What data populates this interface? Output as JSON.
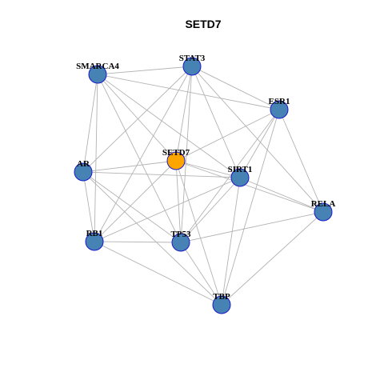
{
  "title": "SETD7",
  "colors": {
    "hub": "#FFA500",
    "node": "#4682B4",
    "node_border": "#1A1ACC",
    "edge": "#B3B3B3"
  },
  "nodes": [
    {
      "id": "SMARCA4",
      "label": "SMARCA4",
      "role": "neighbor"
    },
    {
      "id": "STAT3",
      "label": "STAT3",
      "role": "neighbor"
    },
    {
      "id": "ESR1",
      "label": "ESR1",
      "role": "neighbor"
    },
    {
      "id": "SETD7",
      "label": "SETD7",
      "role": "hub"
    },
    {
      "id": "AR",
      "label": "AR",
      "role": "neighbor"
    },
    {
      "id": "SIRT1",
      "label": "SIRT1",
      "role": "neighbor"
    },
    {
      "id": "RELA",
      "label": "RELA",
      "role": "neighbor"
    },
    {
      "id": "RB1",
      "label": "RB1",
      "role": "neighbor"
    },
    {
      "id": "TP53",
      "label": "TP53",
      "role": "neighbor"
    },
    {
      "id": "TBP",
      "label": "TBP",
      "role": "neighbor"
    }
  ],
  "edges": [
    [
      "SMARCA4",
      "STAT3"
    ],
    [
      "SMARCA4",
      "ESR1"
    ],
    [
      "SMARCA4",
      "SETD7"
    ],
    [
      "SMARCA4",
      "AR"
    ],
    [
      "SMARCA4",
      "RB1"
    ],
    [
      "SMARCA4",
      "TP53"
    ],
    [
      "SMARCA4",
      "SIRT1"
    ],
    [
      "STAT3",
      "ESR1"
    ],
    [
      "STAT3",
      "SETD7"
    ],
    [
      "STAT3",
      "AR"
    ],
    [
      "STAT3",
      "SIRT1"
    ],
    [
      "STAT3",
      "RELA"
    ],
    [
      "STAT3",
      "RB1"
    ],
    [
      "STAT3",
      "TP53"
    ],
    [
      "ESR1",
      "SETD7"
    ],
    [
      "ESR1",
      "SIRT1"
    ],
    [
      "ESR1",
      "RELA"
    ],
    [
      "ESR1",
      "TP53"
    ],
    [
      "ESR1",
      "TBP"
    ],
    [
      "SETD7",
      "AR"
    ],
    [
      "SETD7",
      "SIRT1"
    ],
    [
      "SETD7",
      "RELA"
    ],
    [
      "SETD7",
      "RB1"
    ],
    [
      "SETD7",
      "TP53"
    ],
    [
      "SETD7",
      "TBP"
    ],
    [
      "AR",
      "SIRT1"
    ],
    [
      "AR",
      "RB1"
    ],
    [
      "AR",
      "TP53"
    ],
    [
      "AR",
      "TBP"
    ],
    [
      "SIRT1",
      "RELA"
    ],
    [
      "SIRT1",
      "RB1"
    ],
    [
      "SIRT1",
      "TP53"
    ],
    [
      "SIRT1",
      "TBP"
    ],
    [
      "RELA",
      "TP53"
    ],
    [
      "RELA",
      "TBP"
    ],
    [
      "RB1",
      "TP53"
    ],
    [
      "RB1",
      "TBP"
    ],
    [
      "TP53",
      "TBP"
    ]
  ]
}
